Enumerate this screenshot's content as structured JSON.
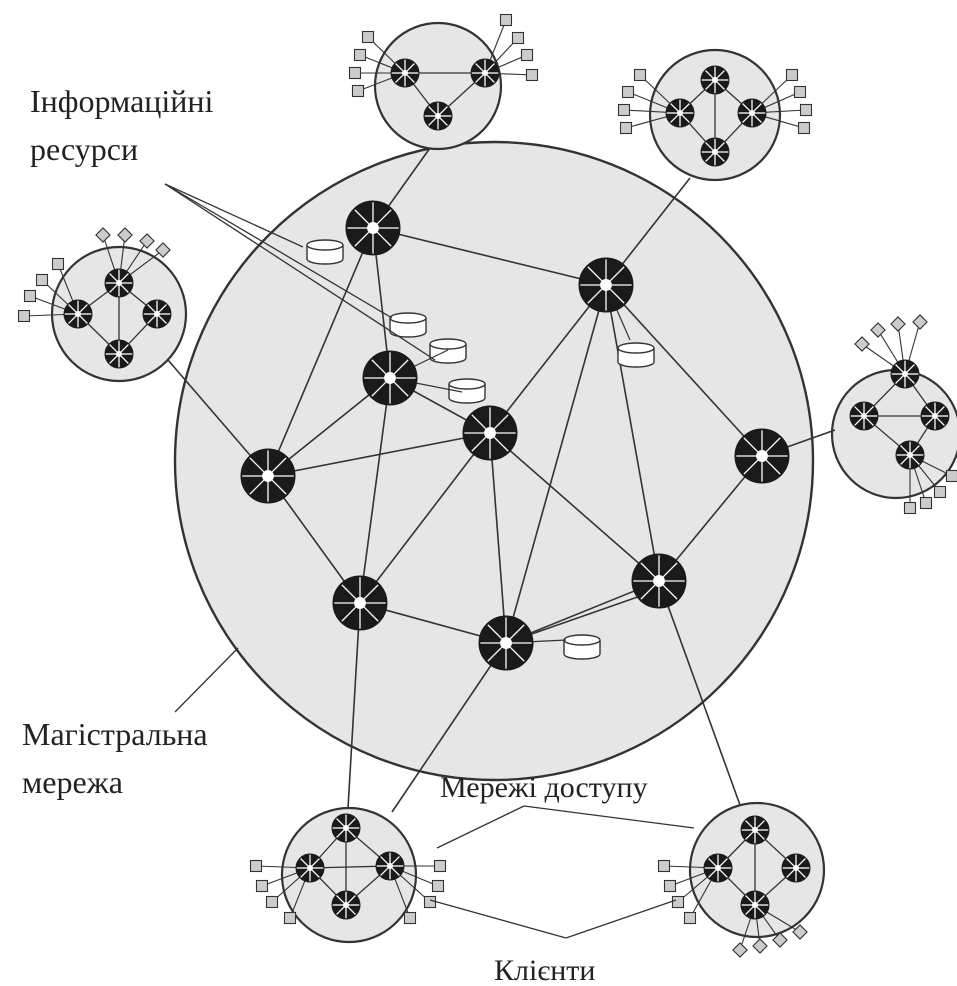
{
  "diagram": {
    "labels": {
      "info_resources_line1": "Інформаційні",
      "info_resources_line2": "ресурси",
      "backbone_line1": "Магістральна",
      "backbone_line2": "мережа",
      "access_networks": "Мережі доступу",
      "clients": "Клієнти"
    },
    "colors": {
      "network_fill": "#e6e6e6",
      "node_fill": "#1a1a1a",
      "line": "#333333",
      "client_fill": "#cccccc",
      "storage_fill": "#ffffff"
    }
  }
}
